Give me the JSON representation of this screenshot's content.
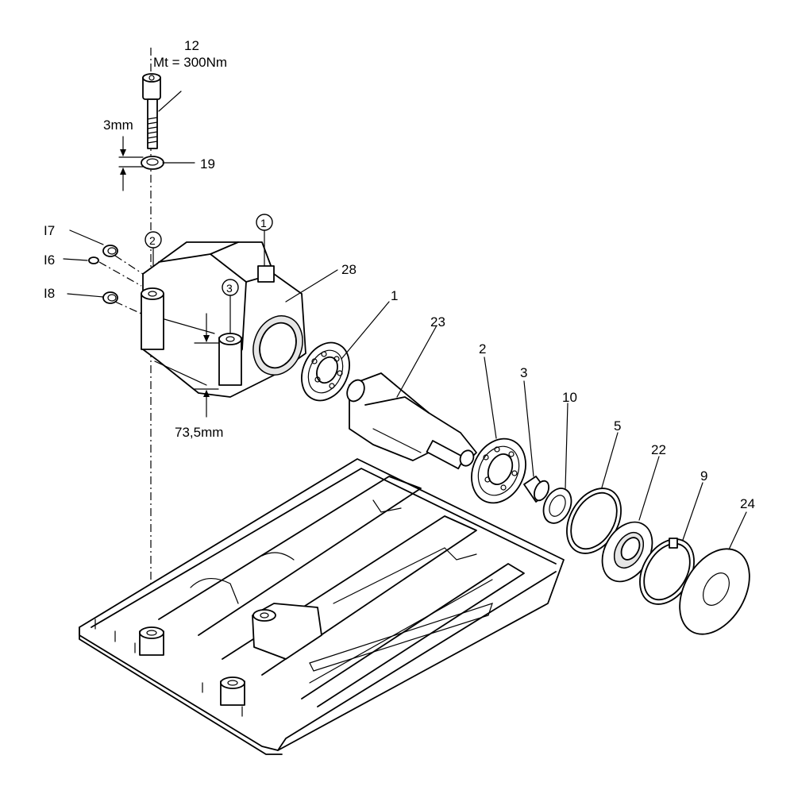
{
  "callouts": {
    "p12": "12",
    "torque": "Mt = 300Nm",
    "gap_top": "3mm",
    "p19": "19",
    "p17": "I7",
    "p16": "I6",
    "p18": "I8",
    "c1": "1",
    "c2": "2",
    "c3": "3",
    "p28": "28",
    "p1": "1",
    "p23": "23",
    "p2": "2",
    "p3": "3",
    "p10": "10",
    "p5": "5",
    "p22": "22",
    "p9": "9",
    "p24": "24",
    "dim_height": "73,5mm"
  },
  "colors": {
    "line": "#000000",
    "background": "#ffffff",
    "shade": "#e6e6e6"
  }
}
